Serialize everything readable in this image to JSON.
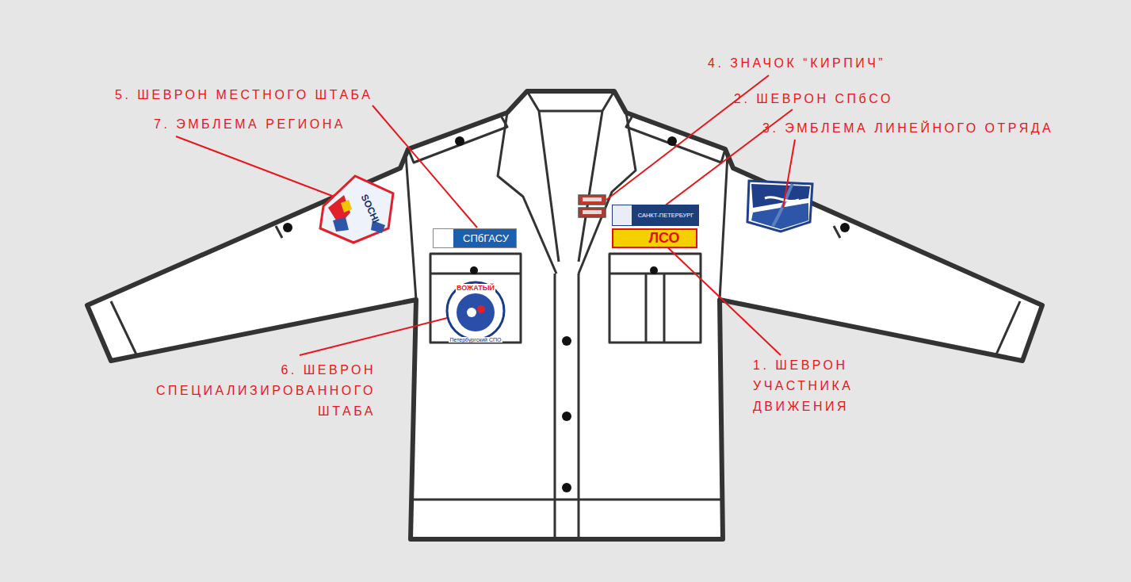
{
  "diagram": {
    "nodes": [
      {
        "text": [
          "СПбГАСУ"
        ]
      },
      {
        "text": [
          "САНКТ-ПЕТЕРБУРГ"
        ]
      },
      {
        "text": [
          "ЛСО"
        ]
      },
      {
        "text": [
          "SOCHI"
        ]
      },
      {
        "text": [
          "ВОЖАТЫЙ",
          "Петербургский СПО"
        ]
      }
    ],
    "edges": [],
    "labels": [
      "4. ЗНАЧОК “КИРПИЧ”",
      "5. ШЕВРОН МЕСТНОГО ШТАБА",
      "2. ШЕВРОН СПбСО",
      "7. ЭМБЛЕМА РЕГИОНА",
      "3. ЭМБЛЕМА ЛИНЕЙНОГО ОТРЯДА",
      "6. ШЕВРОН СПЕЦИАЛИЗИРОВАННОГО ШТАБА",
      "1. ШЕВРОН УЧАСТНИКА ДВИЖЕНИЯ"
    ]
  }
}
